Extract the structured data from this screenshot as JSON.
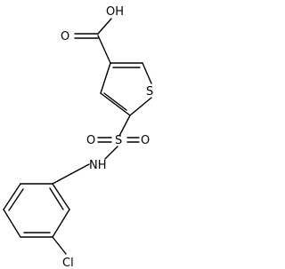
{
  "molecule": {
    "atoms": {
      "oh": "OH",
      "o_carbonyl": "O",
      "s_ring": "S",
      "o_sulfonyl_left": "O",
      "s_sulfonyl": "S",
      "o_sulfonyl_right": "O",
      "nh": "NH",
      "cl": "Cl"
    }
  }
}
